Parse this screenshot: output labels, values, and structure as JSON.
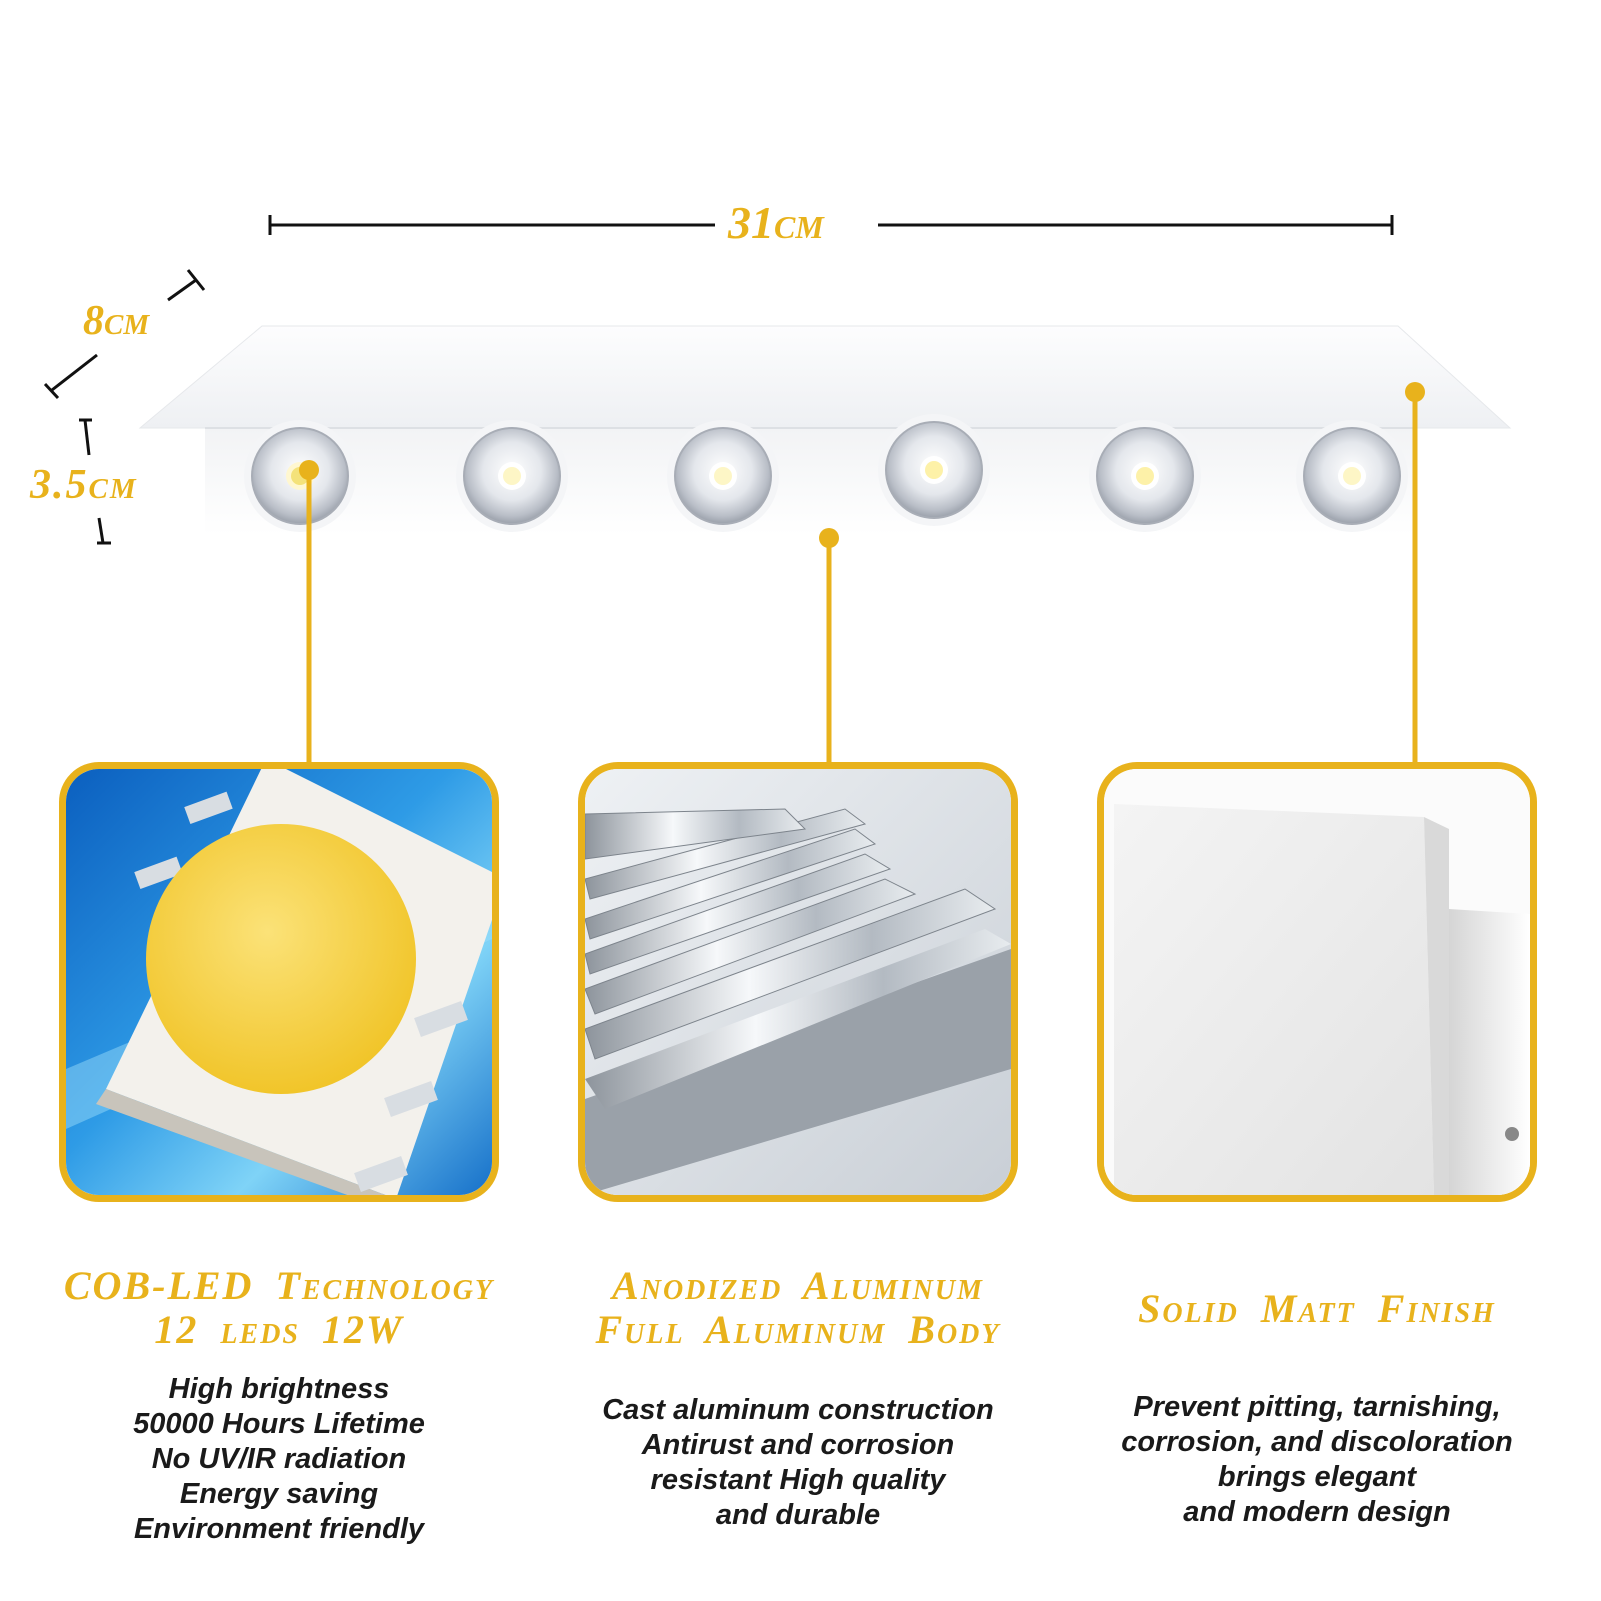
{
  "dimensions": {
    "length": "31cm",
    "depth": "8cm",
    "height": "3.5cm"
  },
  "features": [
    {
      "title_lines": [
        "COB-LED Technology",
        "12 leds 12W"
      ],
      "desc_lines": [
        "High brightness",
        "50000 Hours Lifetime",
        "No UV/IR radiation",
        "Energy saving",
        "Environment friendly"
      ]
    },
    {
      "title_lines": [
        "Anodized Aluminum",
        "Full Aluminum Body"
      ],
      "desc_lines": [
        "Cast aluminum construction",
        "Antirust and corrosion",
        "resistant High quality",
        "and durable"
      ]
    },
    {
      "title_lines": [
        "Solid Matt Finish"
      ],
      "desc_lines": [
        "Prevent pitting, tarnishing,",
        "corrosion, and discoloration",
        "brings elegant",
        "and modern design"
      ]
    }
  ],
  "colors": {
    "accent": "#e8b21c",
    "text": "#1a1a1a",
    "background": "#ffffff"
  }
}
